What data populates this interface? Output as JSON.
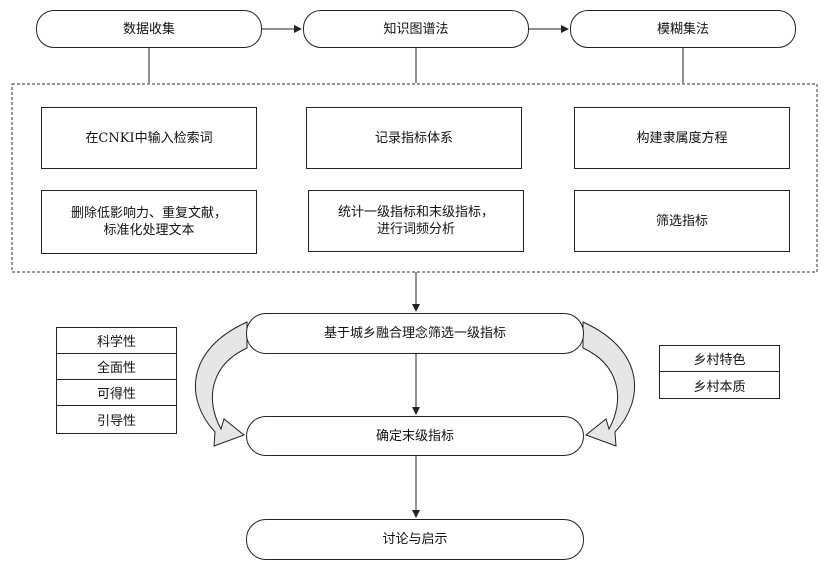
{
  "top_row": [
    {
      "id": "data-collection",
      "label": "数据收集"
    },
    {
      "id": "knowledge-graph",
      "label": "知识图谱法"
    },
    {
      "id": "fuzzy-set",
      "label": "模糊集法"
    }
  ],
  "steps": {
    "col1": [
      "在CNKI中输入检索词",
      "删除低影响力、重复文献，\n标准化处理文本"
    ],
    "col2": [
      "记录指标体系",
      "统计一级指标和末级指标，\n进行词频分析"
    ],
    "col3": [
      "构建隶属度方程",
      "筛选指标"
    ]
  },
  "flow": {
    "screen_primary": "基于城乡融合理念筛选一级指标",
    "determine_final": "确定末级指标",
    "discussion": "讨论与启示"
  },
  "left_criteria": [
    "科学性",
    "全面性",
    "可得性",
    "引导性"
  ],
  "right_criteria": [
    "乡村特色",
    "乡村本质"
  ]
}
